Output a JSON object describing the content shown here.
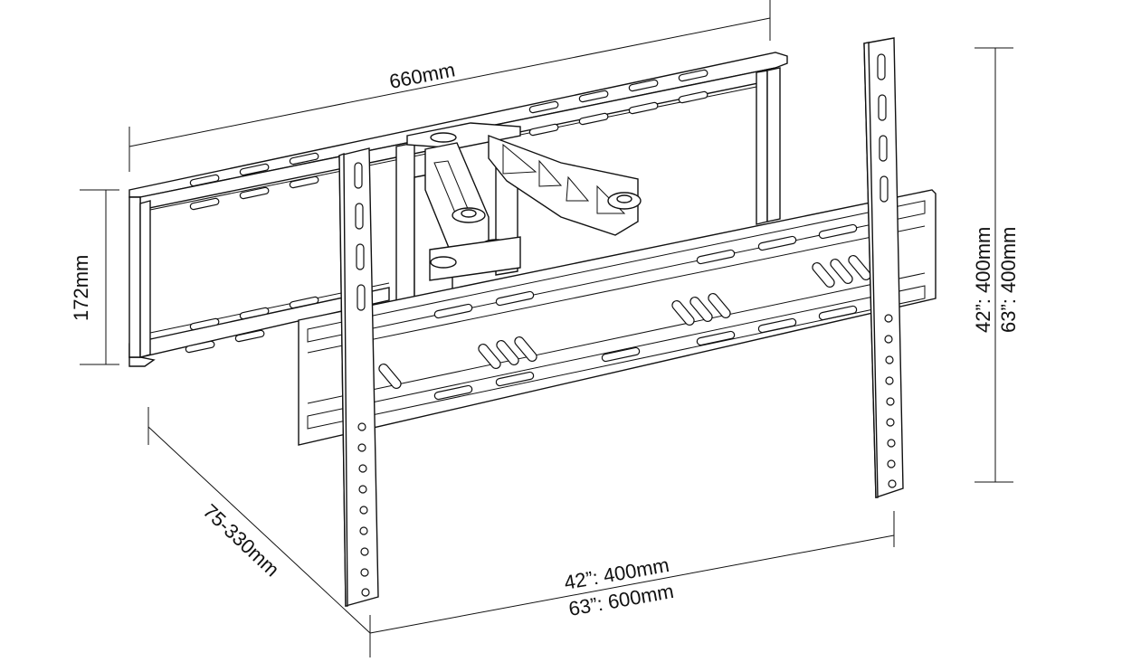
{
  "diagram": {
    "dimensions": {
      "width_top": "660mm",
      "height_left": "172mm",
      "depth": "75-330mm",
      "vertical_spacing_42": "42”:  400mm",
      "vertical_spacing_63": "63”:  400mm",
      "horizontal_spacing_42": "42”:  400mm",
      "horizontal_spacing_63": "63”:  600mm"
    }
  }
}
